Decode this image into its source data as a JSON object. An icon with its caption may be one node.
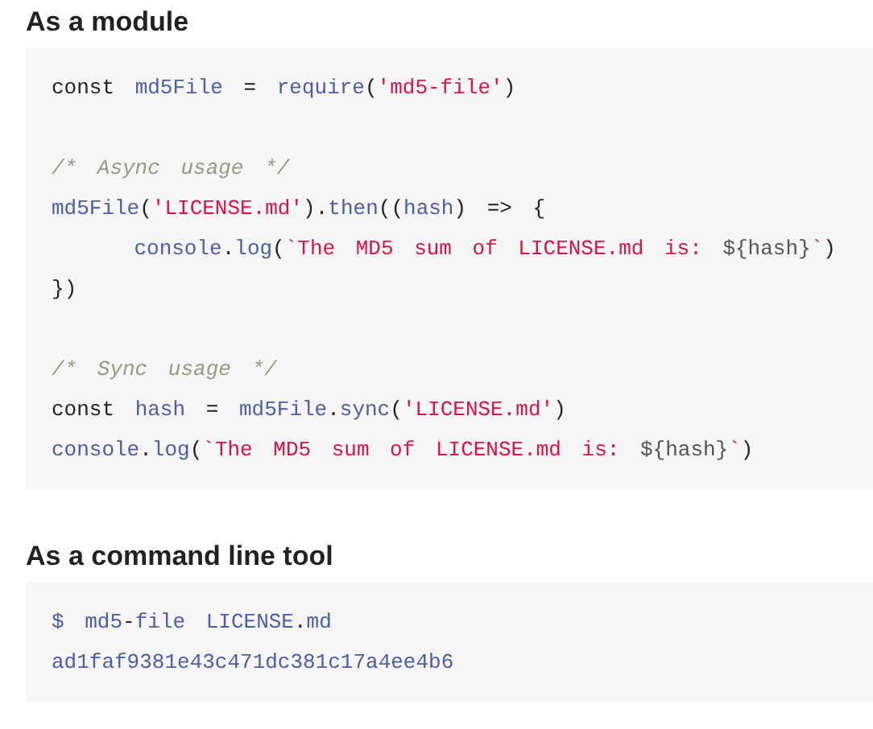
{
  "diagram": {
    "nodes": [
      {
        "text": [
          "As a module",
          "const md5File = require('md5-file')",
          "/* Async usage */",
          "md5File('LICENSE.md').then((hash) => {",
          "    console.log(`The MD5 sum of LICENSE.md is: ${hash}`)",
          "})",
          "/* Sync usage */",
          "const hash = md5File.sync('LICENSE.md')",
          "console.log(`The MD5 sum of LICENSE.md is: ${hash}`)"
        ]
      },
      {
        "text": [
          "As a command line tool",
          "$ md5-file LICENSE.md",
          "ad1faf9381e43c471dc381c17a4ee4b6"
        ]
      }
    ]
  }
}
